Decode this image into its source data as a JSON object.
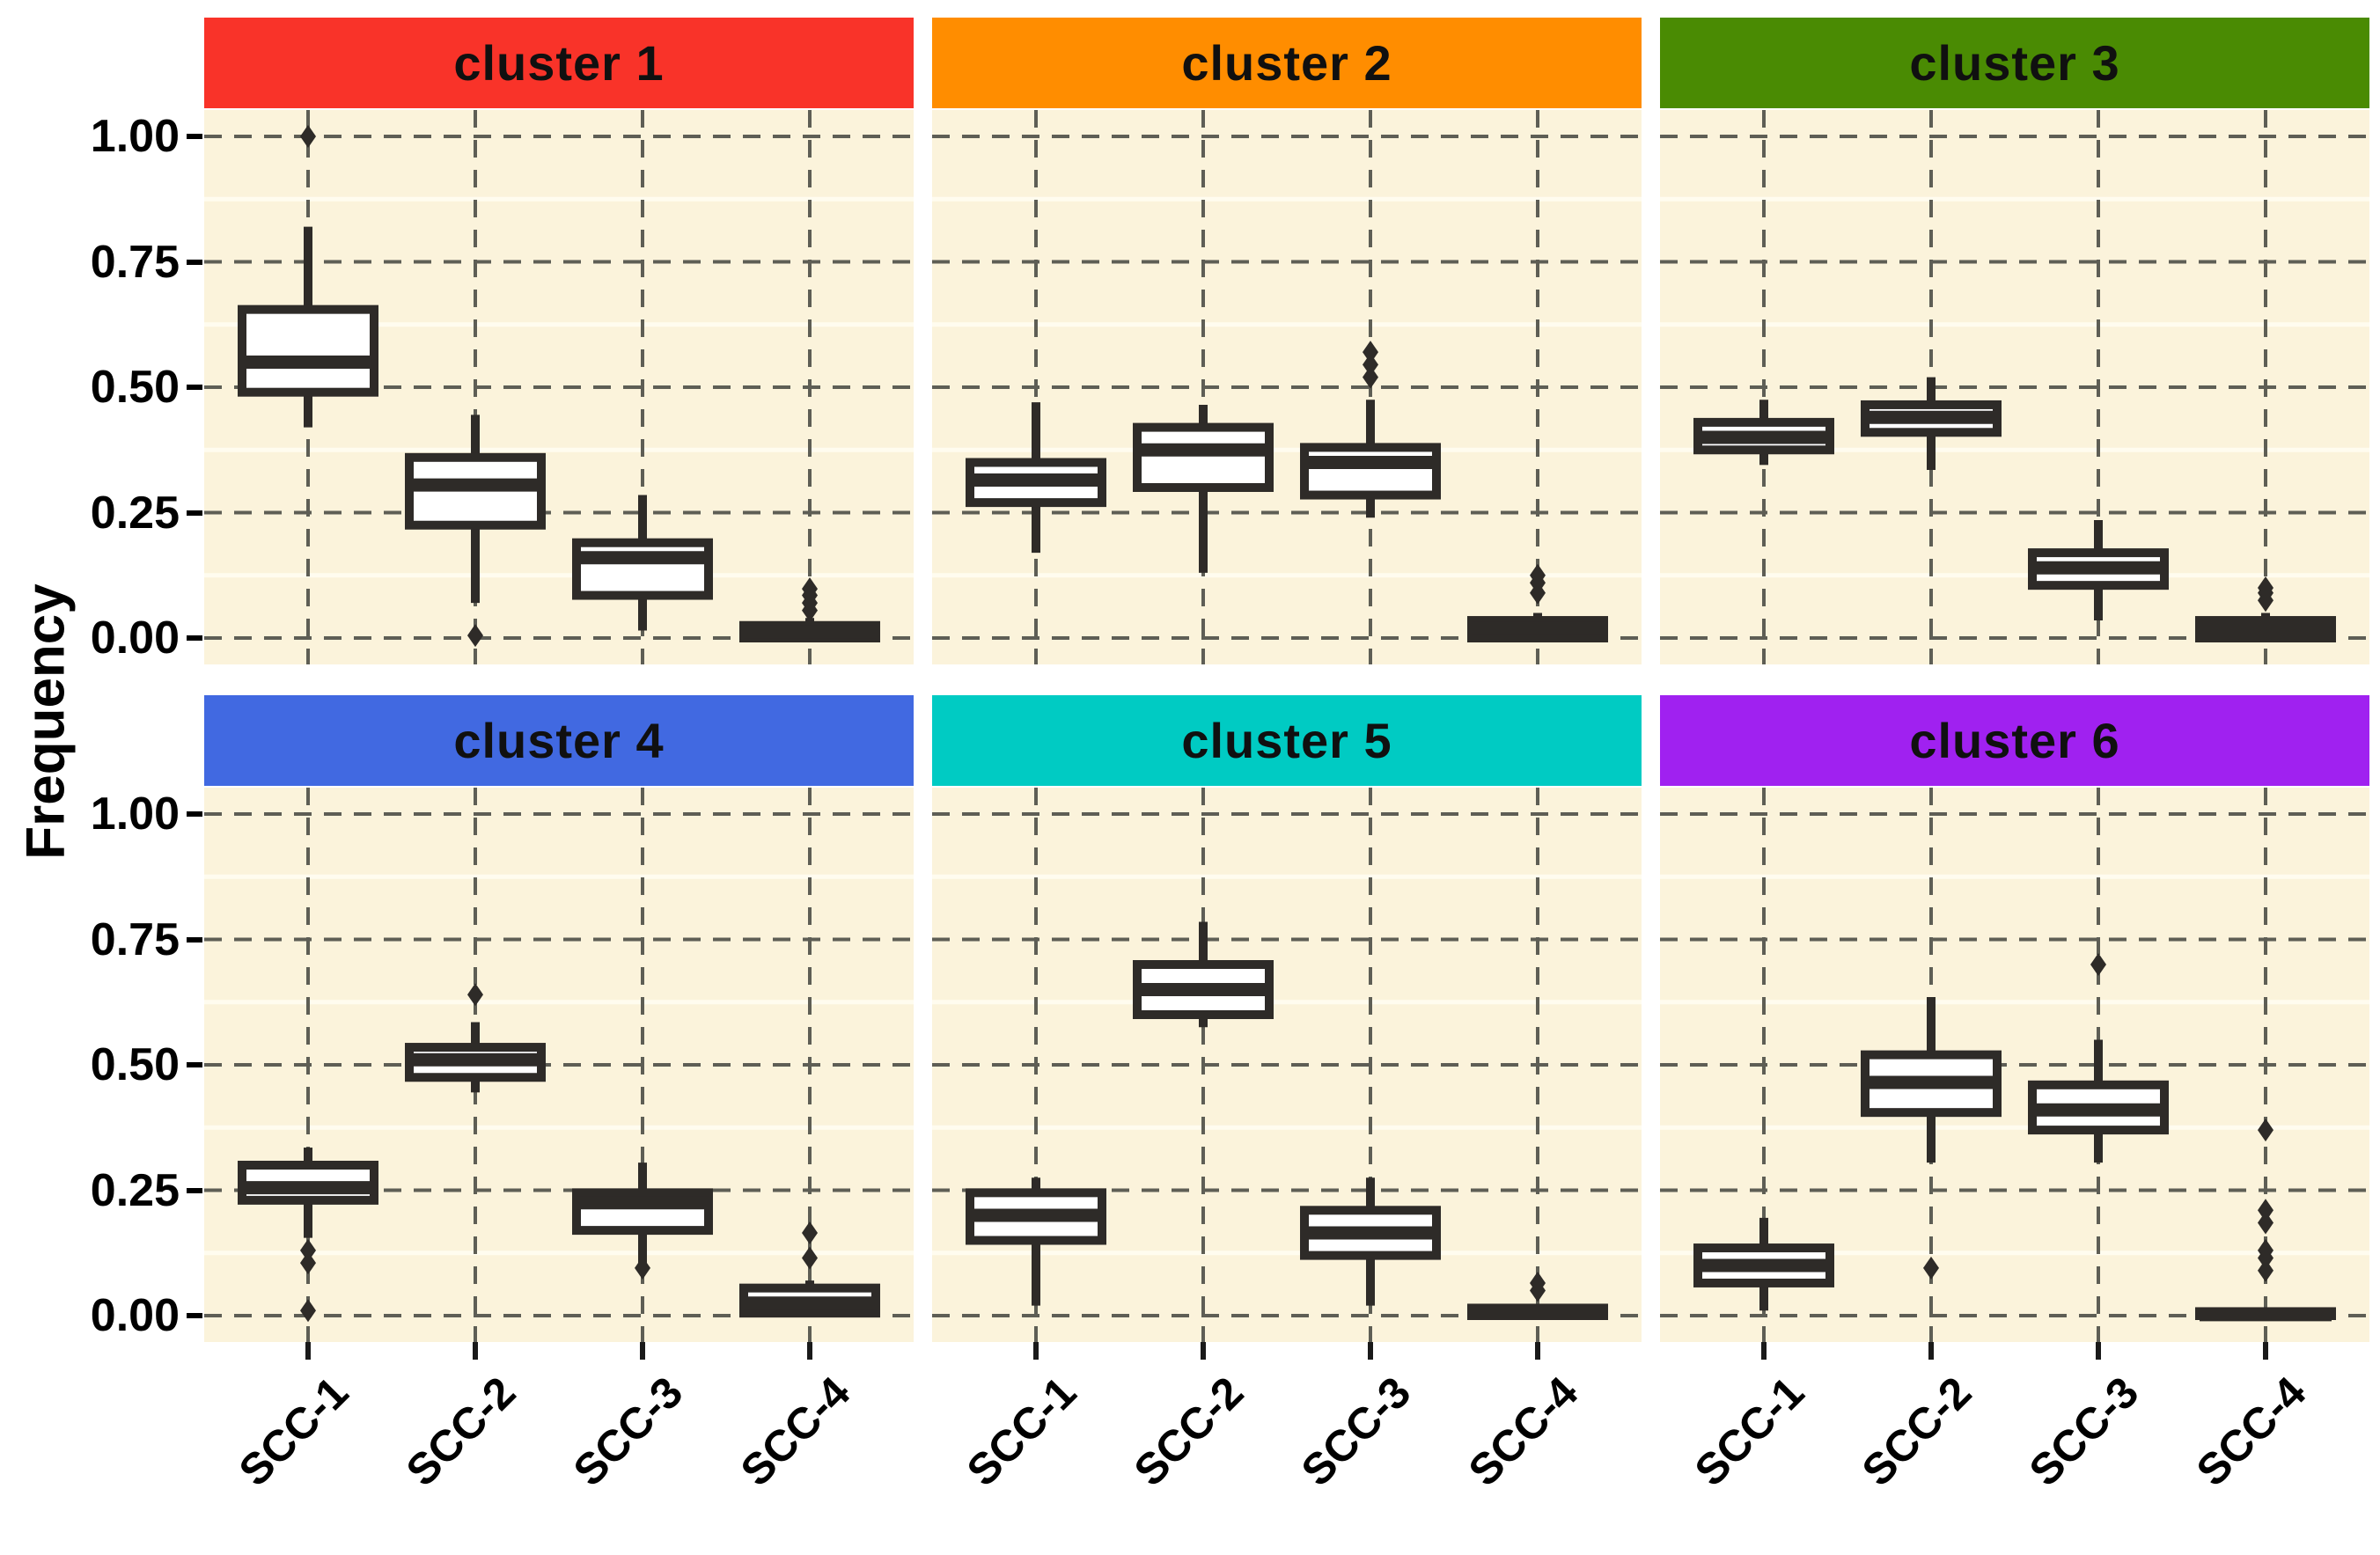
{
  "chart_data": {
    "type": "boxplot",
    "title": "",
    "ylabel": "Frequency",
    "xlabel": "",
    "x_categories": [
      "SCC-1",
      "SCC-2",
      "SCC-3",
      "SCC-4"
    ],
    "y_ticks": [
      {
        "label": "1.00",
        "value": 1.0
      },
      {
        "label": "0.75",
        "value": 0.75
      },
      {
        "label": "0.50",
        "value": 0.5
      },
      {
        "label": "0.25",
        "value": 0.25
      },
      {
        "label": "0.00",
        "value": 0.0
      }
    ],
    "ylim": [
      -0.053,
      1.053
    ],
    "legend": "none",
    "grid": {
      "major": "dashed",
      "minor": "solid-light"
    },
    "colors": {
      "panel_bg": "#FBF3DB",
      "grid_major": "#5E5E55",
      "grid_minor": "#FFFCEF",
      "box_stroke": "#2E2B28",
      "box_fill": "#FFFFFF",
      "text": "#000000",
      "page_bg": "#FFFFFF"
    },
    "facet_layout": {
      "rows": 2,
      "cols": 3
    },
    "panels": [
      {
        "label": "cluster 1",
        "strip_color": "#F93329",
        "boxes": [
          {
            "category": "SCC-1",
            "whisker_low": 0.42,
            "q1": 0.49,
            "median": 0.55,
            "q3": 0.655,
            "whisker_high": 0.82,
            "outliers": [
              1.0
            ]
          },
          {
            "category": "SCC-2",
            "whisker_low": 0.07,
            "q1": 0.225,
            "median": 0.305,
            "q3": 0.36,
            "whisker_high": 0.445,
            "outliers": [
              0.005
            ]
          },
          {
            "category": "SCC-3",
            "whisker_low": 0.015,
            "q1": 0.085,
            "median": 0.16,
            "q3": 0.19,
            "whisker_high": 0.285,
            "outliers": []
          },
          {
            "category": "SCC-4",
            "whisker_low": 0.0,
            "q1": 0.0,
            "median": 0.012,
            "q3": 0.025,
            "whisker_high": 0.04,
            "outliers": [
              0.055,
              0.07,
              0.085,
              0.098
            ]
          }
        ]
      },
      {
        "label": "cluster 2",
        "strip_color": "#FF8D00",
        "boxes": [
          {
            "category": "SCC-1",
            "whisker_low": 0.17,
            "q1": 0.27,
            "median": 0.315,
            "q3": 0.35,
            "whisker_high": 0.47,
            "outliers": []
          },
          {
            "category": "SCC-2",
            "whisker_low": 0.13,
            "q1": 0.3,
            "median": 0.375,
            "q3": 0.42,
            "whisker_high": 0.465,
            "outliers": []
          },
          {
            "category": "SCC-3",
            "whisker_low": 0.24,
            "q1": 0.285,
            "median": 0.35,
            "q3": 0.38,
            "whisker_high": 0.475,
            "outliers": [
              0.52,
              0.545,
              0.57
            ]
          },
          {
            "category": "SCC-4",
            "whisker_low": 0.0,
            "q1": 0.0,
            "median": 0.02,
            "q3": 0.035,
            "whisker_high": 0.05,
            "outliers": [
              0.09,
              0.11,
              0.125
            ]
          }
        ]
      },
      {
        "label": "cluster 3",
        "strip_color": "#4A8B03",
        "boxes": [
          {
            "category": "SCC-1",
            "whisker_low": 0.345,
            "q1": 0.375,
            "median": 0.4,
            "q3": 0.43,
            "whisker_high": 0.475,
            "outliers": []
          },
          {
            "category": "SCC-2",
            "whisker_low": 0.335,
            "q1": 0.41,
            "median": 0.44,
            "q3": 0.465,
            "whisker_high": 0.52,
            "outliers": []
          },
          {
            "category": "SCC-3",
            "whisker_low": 0.035,
            "q1": 0.105,
            "median": 0.14,
            "q3": 0.17,
            "whisker_high": 0.235,
            "outliers": []
          },
          {
            "category": "SCC-4",
            "whisker_low": 0.0,
            "q1": 0.0,
            "median": 0.015,
            "q3": 0.035,
            "whisker_high": 0.05,
            "outliers": [
              0.075,
              0.09,
              0.1
            ]
          }
        ]
      },
      {
        "label": "cluster 4",
        "strip_color": "#4169E1",
        "boxes": [
          {
            "category": "SCC-1",
            "whisker_low": 0.155,
            "q1": 0.23,
            "median": 0.255,
            "q3": 0.3,
            "whisker_high": 0.335,
            "outliers": [
              0.13,
              0.105,
              0.01
            ]
          },
          {
            "category": "SCC-2",
            "whisker_low": 0.445,
            "q1": 0.475,
            "median": 0.51,
            "q3": 0.535,
            "whisker_high": 0.585,
            "outliers": [
              0.64
            ]
          },
          {
            "category": "SCC-3",
            "whisker_low": 0.1,
            "q1": 0.17,
            "median": 0.225,
            "q3": 0.245,
            "whisker_high": 0.305,
            "outliers": [
              0.095
            ]
          },
          {
            "category": "SCC-4",
            "whisker_low": 0.0,
            "q1": 0.005,
            "median": 0.025,
            "q3": 0.055,
            "whisker_high": 0.07,
            "outliers": [
              0.115,
              0.165
            ]
          }
        ]
      },
      {
        "label": "cluster 5",
        "strip_color": "#00CBC3",
        "boxes": [
          {
            "category": "SCC-1",
            "whisker_low": 0.02,
            "q1": 0.15,
            "median": 0.2,
            "q3": 0.245,
            "whisker_high": 0.275,
            "outliers": []
          },
          {
            "category": "SCC-2",
            "whisker_low": 0.575,
            "q1": 0.6,
            "median": 0.65,
            "q3": 0.7,
            "whisker_high": 0.785,
            "outliers": []
          },
          {
            "category": "SCC-3",
            "whisker_low": 0.02,
            "q1": 0.12,
            "median": 0.165,
            "q3": 0.21,
            "whisker_high": 0.275,
            "outliers": []
          },
          {
            "category": "SCC-4",
            "whisker_low": 0.0,
            "q1": 0.0,
            "median": 0.005,
            "q3": 0.015,
            "whisker_high": 0.015,
            "outliers": [
              0.05,
              0.065
            ]
          }
        ]
      },
      {
        "label": "cluster 6",
        "strip_color": "#A021F0",
        "boxes": [
          {
            "category": "SCC-1",
            "whisker_low": 0.01,
            "q1": 0.065,
            "median": 0.1,
            "q3": 0.135,
            "whisker_high": 0.195,
            "outliers": []
          },
          {
            "category": "SCC-2",
            "whisker_low": 0.305,
            "q1": 0.405,
            "median": 0.465,
            "q3": 0.52,
            "whisker_high": 0.635,
            "outliers": [
              0.095
            ]
          },
          {
            "category": "SCC-3",
            "whisker_low": 0.305,
            "q1": 0.37,
            "median": 0.41,
            "q3": 0.46,
            "whisker_high": 0.55,
            "outliers": [
              0.7
            ]
          },
          {
            "category": "SCC-4",
            "whisker_low": 0.0,
            "q1": 0.0,
            "median": 0.002,
            "q3": 0.008,
            "whisker_high": 0.008,
            "outliers": [
              0.09,
              0.115,
              0.13,
              0.185,
              0.21,
              0.37
            ]
          }
        ]
      }
    ]
  }
}
